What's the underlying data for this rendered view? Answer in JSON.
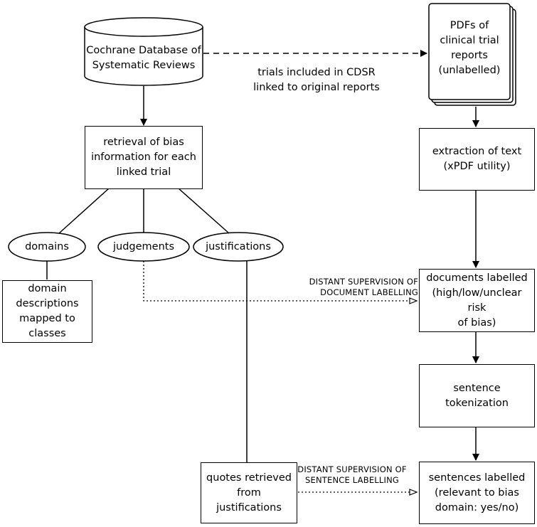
{
  "nodes": {
    "cdsr": "Cochrane Database of\nSystematic Reviews",
    "pdfs": "PDFs of\nclinical trial\nreports\n(unlabelled)",
    "retrieval": "retrieval of bias\ninformation  for each\nlinked trial",
    "extraction": "extraction of text\n(xPDF utility)",
    "domains": "domains",
    "judgements": "judgements",
    "justifications": "justifications",
    "domain_descriptions": "domain\ndescriptions\nmapped to\nclasses",
    "documents_labelled": "documents labelled\n(high/low/unclear risk\nof bias)",
    "sentence_tokenization": "sentence tokenization",
    "quotes_retrieved": "quotes retrieved\nfrom\njustifications",
    "sentences_labelled": "sentences labelled\n(relevant to bias\ndomain: yes/no)"
  },
  "edge_labels": {
    "trials_included": "trials included in CDSR\nlinked to original reports",
    "distant_doc": "DISTANT SUPERVISION OF\nDOCUMENT LABELLING",
    "distant_sent": "DISTANT SUPERVISION OF\nSENTENCE LABELLING"
  }
}
